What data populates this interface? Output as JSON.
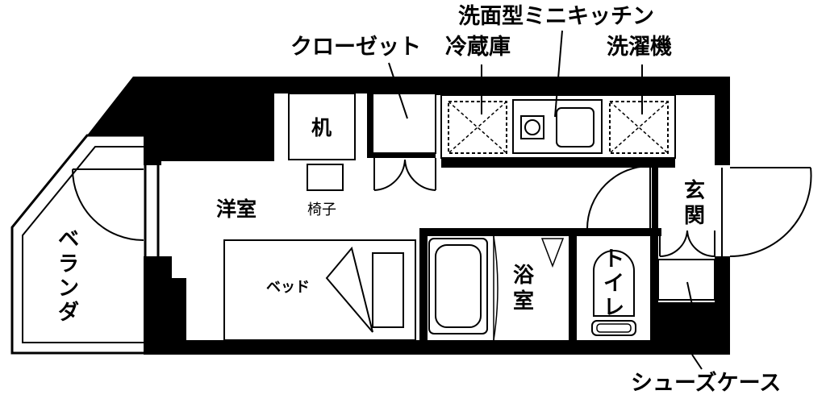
{
  "callouts": {
    "closet": "クローゼット",
    "fridge": "冷蔵庫",
    "kitchen": "洗面型ミニキッチン",
    "washer": "洗濯機",
    "shoe_case": "シューズケース"
  },
  "rooms": {
    "western_room": "洋室",
    "desk": "机",
    "chair": "椅子",
    "bed": "ベッド",
    "bath": [
      "浴",
      "室"
    ],
    "toilet": [
      "ト",
      "イ",
      "レ"
    ],
    "entrance": [
      "玄",
      "関"
    ],
    "veranda": [
      "ベ",
      "ラ",
      "ン",
      "ダ"
    ]
  },
  "colors": {
    "wall": "#000000",
    "line": "#000000",
    "background": "#ffffff"
  }
}
